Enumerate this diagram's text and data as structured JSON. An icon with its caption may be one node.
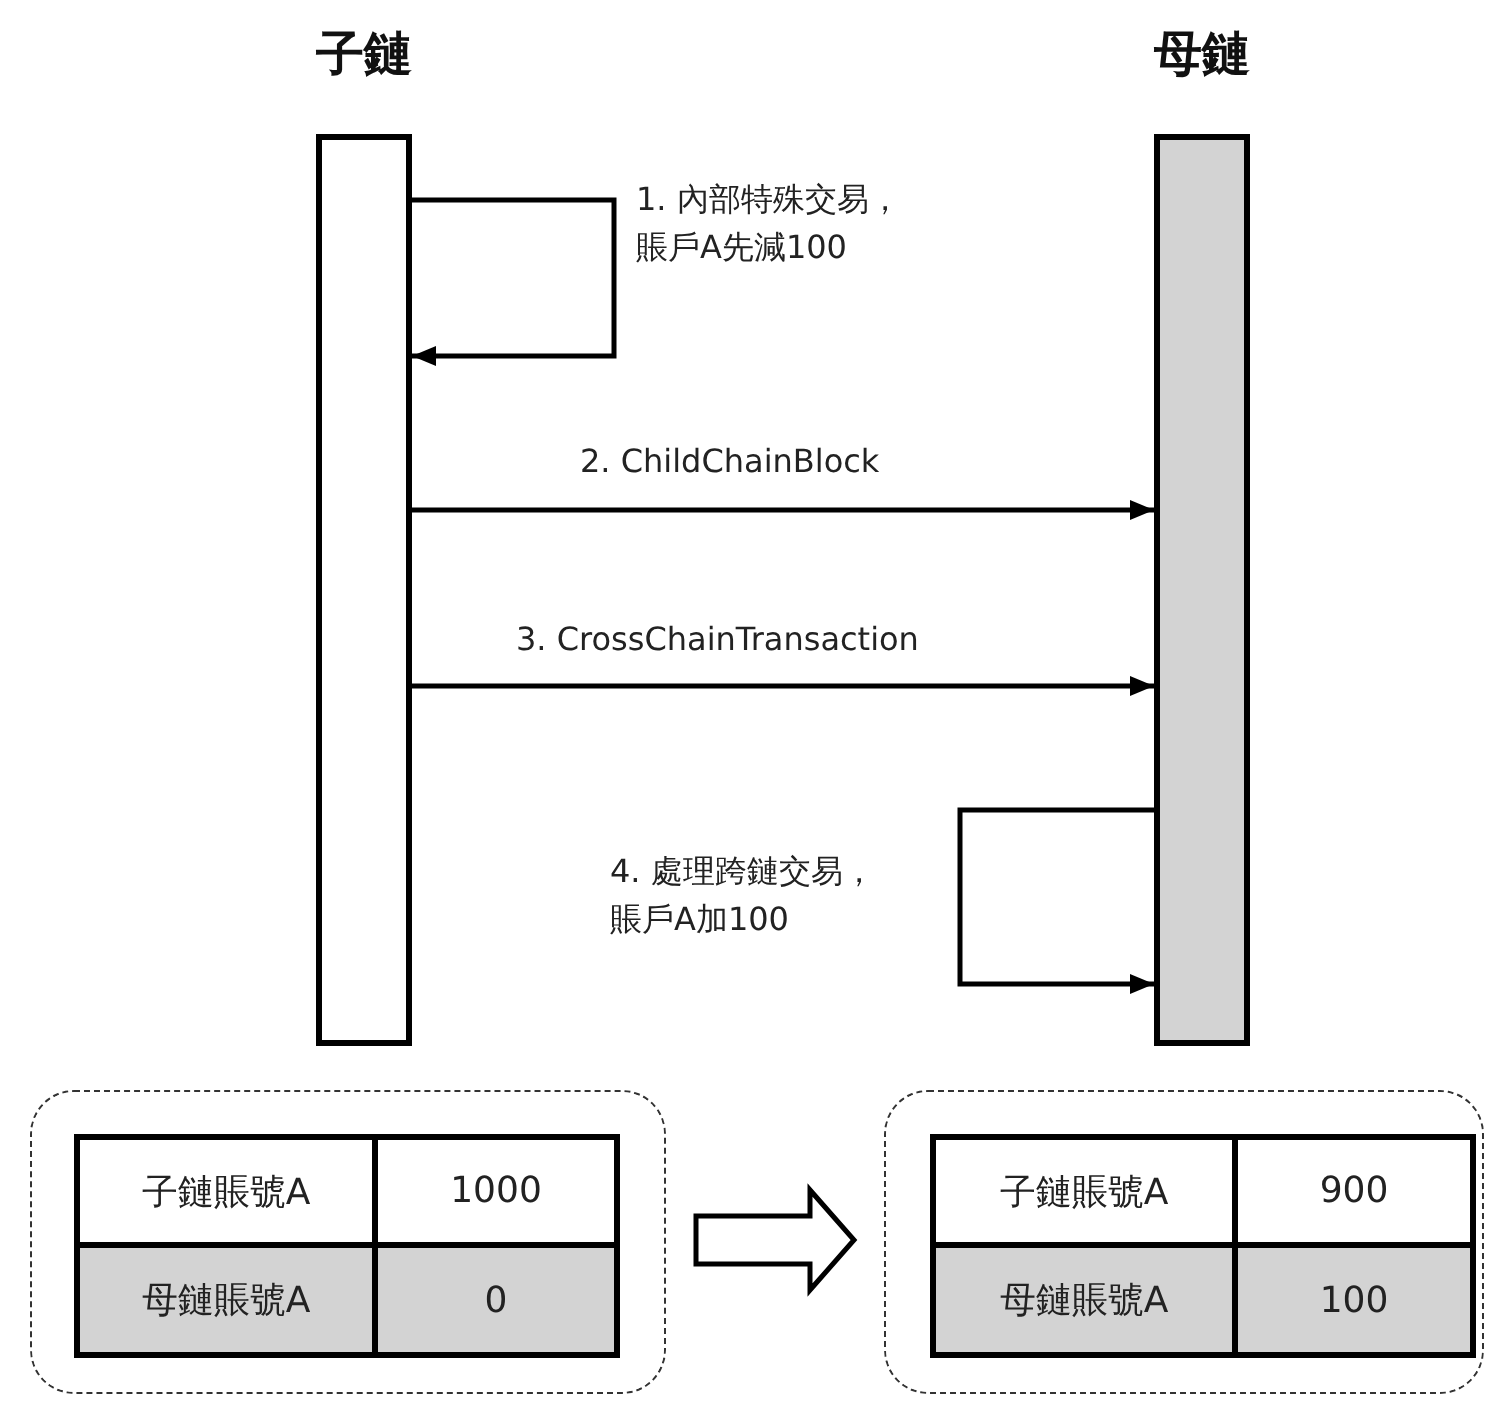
{
  "diagram": {
    "nodes": [
      {
        "text": [
          "子鏈"
        ]
      },
      {
        "text": [
          "母鏈"
        ]
      },
      {
        "text": [],
        "shape": "box"
      },
      {
        "text": [],
        "shape": "box"
      }
    ],
    "edges": [
      {
        "from": 0,
        "to": 0,
        "arrow": "to",
        "label": "1. 內部特殊交易，賬戶A先減100"
      },
      {
        "from": 0,
        "to": 1,
        "arrow": "to",
        "label": "2. ChildChainBlock"
      },
      {
        "from": 0,
        "to": 1,
        "arrow": "to",
        "label": "3. CrossChainTransaction"
      },
      {
        "from": 1,
        "to": 1,
        "arrow": "to",
        "label": "4. 處理跨鏈交易，賬戶A加100"
      },
      {
        "from": 2,
        "to": 3,
        "arrow": "to"
      }
    ],
    "labels": [
      "子鏈賬號A",
      "1000",
      "母鏈賬號A",
      "0",
      "子鏈賬號A",
      "900",
      "母鏈賬號A",
      "100"
    ]
  }
}
